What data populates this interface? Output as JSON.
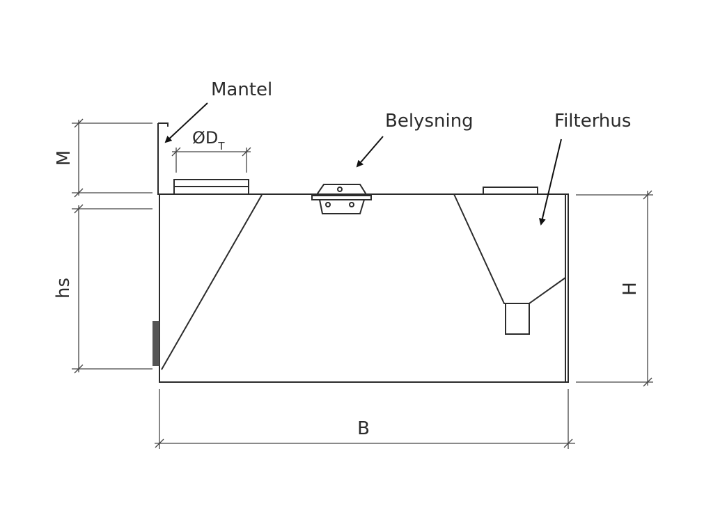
{
  "labels": {
    "mantel": "Mantel",
    "belysning": "Belysning",
    "filterhus": "Filterhus",
    "dim_m": "M",
    "dim_hs": "hs",
    "dim_h": "H",
    "dim_b": "B",
    "dim_dt_main": "ØD",
    "dim_dt_sub": "T"
  }
}
